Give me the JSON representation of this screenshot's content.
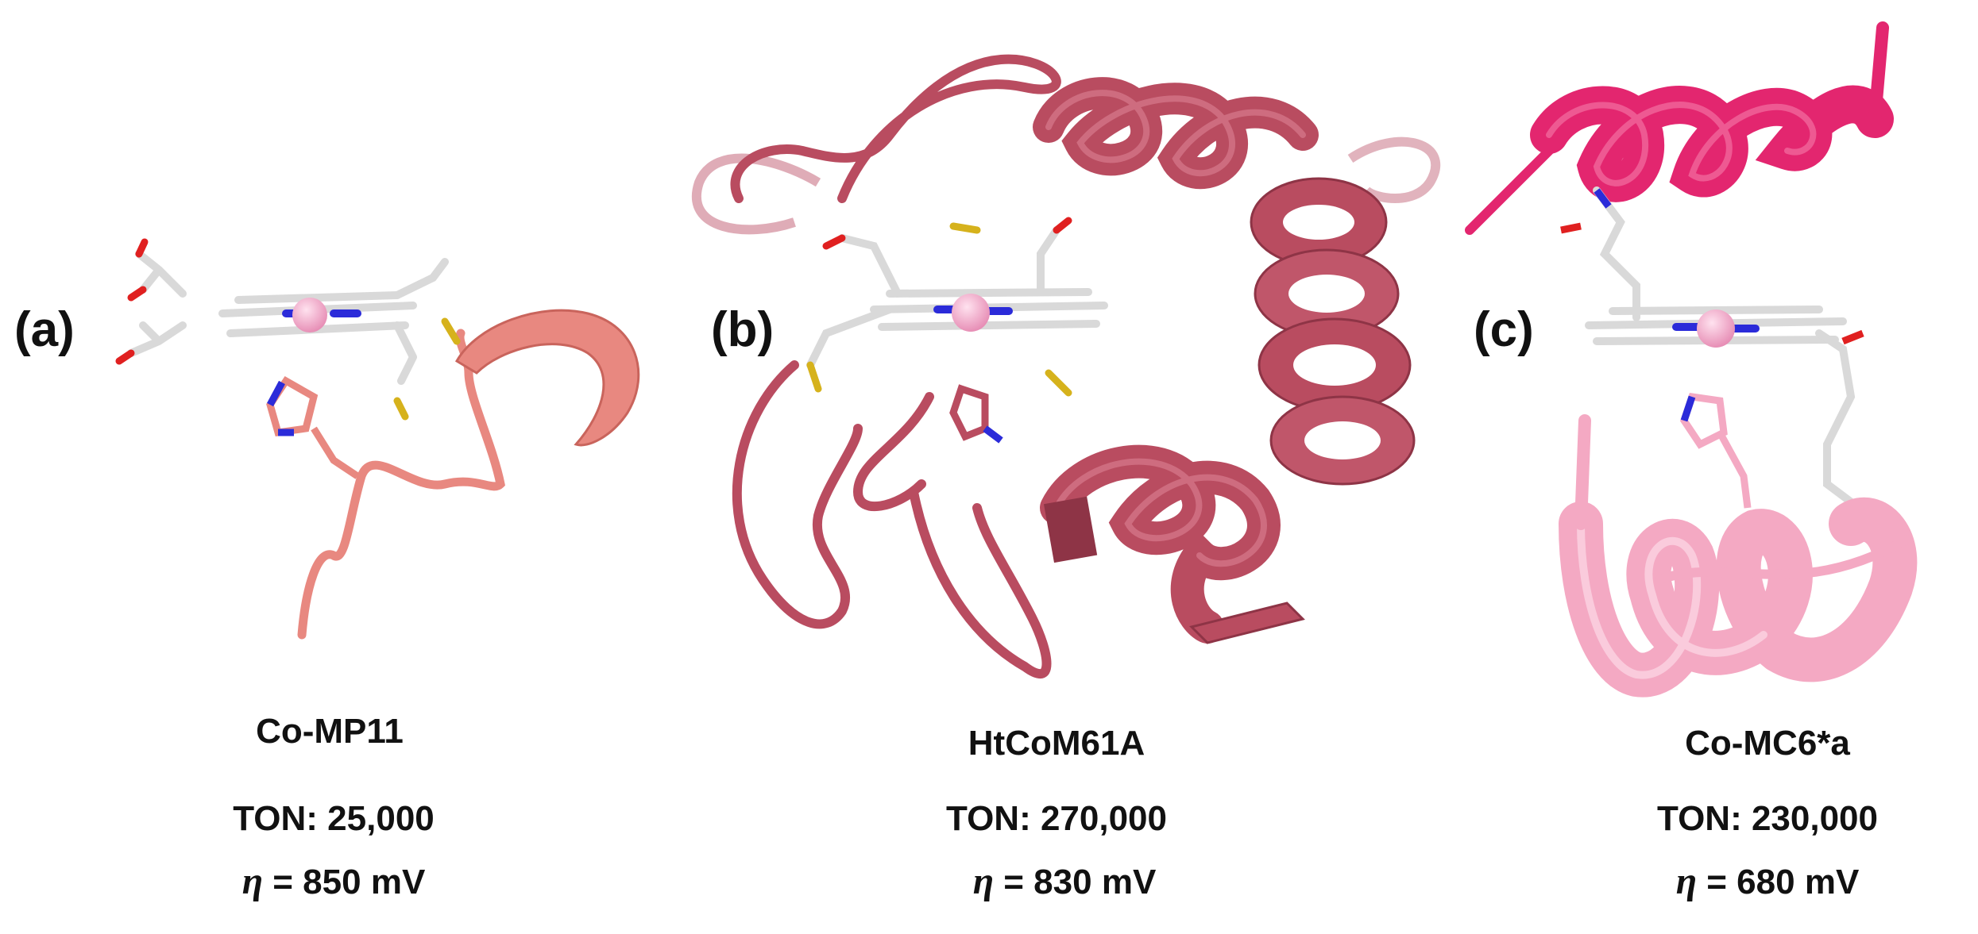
{
  "panels": [
    {
      "label": "(a)",
      "name": "Co-MP11",
      "ton": "TON: 25,000",
      "eta_symbol": "η",
      "eta_rest": " = 850 mV",
      "ribbon_color": "#e88880"
    },
    {
      "label": "(b)",
      "name": "HtCoM61A",
      "ton": "TON: 270,000",
      "eta_symbol": "η",
      "eta_rest": " = 830 mV",
      "ribbon_color": "#b94c60"
    },
    {
      "label": "(c)",
      "name": "Co-MC6*a",
      "ton": "TON: 230,000",
      "eta_symbol": "η",
      "eta_rest": " = 680 mV",
      "ribbon_color_top": "#e3266f",
      "ribbon_color_bottom": "#f4a9c3"
    }
  ],
  "colors": {
    "heme_stick": "#d9d9d9",
    "nitrogen": "#2b2bd9",
    "oxygen": "#e02020",
    "sulfur": "#d6b21c",
    "cobalt": "#f2a5c6"
  }
}
